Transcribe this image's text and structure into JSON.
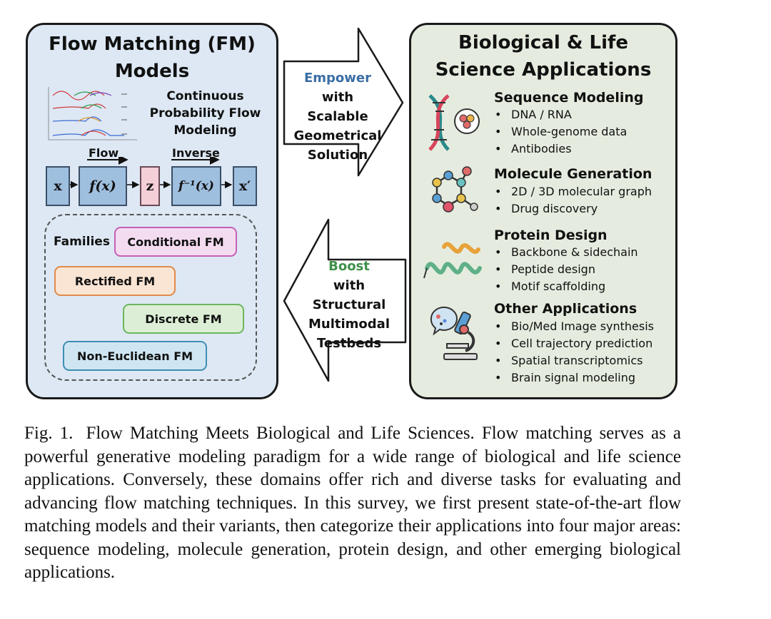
{
  "left_panel": {
    "title_line1": "Flow Matching (FM)",
    "title_line2": "Models",
    "subtitle_lines": [
      "Continuous",
      "Probability Flow",
      "Modeling"
    ],
    "flow_label": "Flow",
    "inverse_label": "Inverse",
    "boxes": {
      "x": "x",
      "f": "f(x)",
      "z": "z",
      "finv": "f⁻¹(x)",
      "xprime": "x′"
    },
    "families_label": "Families",
    "families": [
      {
        "name": "Conditional FM",
        "color": "#c65fb4",
        "bg": "#f4dcf0"
      },
      {
        "name": "Rectified FM",
        "color": "#e08a4a",
        "bg": "#fae4d3"
      },
      {
        "name": "Discrete FM",
        "color": "#6db55c",
        "bg": "#dcefd6"
      },
      {
        "name": "Non-Euclidean FM",
        "color": "#3f8db4",
        "bg": "#cfe6f2"
      }
    ]
  },
  "arrows": {
    "empower": {
      "highlight": "Empower",
      "lines": [
        "with",
        "Scalable",
        "Geometrical",
        "Solution"
      ],
      "highlight_color": "#3b6ea5"
    },
    "boost": {
      "highlight": "Boost",
      "lines": [
        "with",
        "Structural",
        "Multimodal",
        "Testbeds"
      ],
      "highlight_color": "#3f8f4a"
    }
  },
  "right_panel": {
    "title_line1": "Biological & Life",
    "title_line2": "Science Applications",
    "categories": [
      {
        "name": "Sequence Modeling",
        "icon": "dna-icon",
        "items": [
          "DNA / RNA",
          "Whole-genome data",
          "Antibodies"
        ]
      },
      {
        "name": "Molecule Generation",
        "icon": "molecule-icon",
        "items": [
          "2D / 3D molecular graph",
          "Drug discovery"
        ]
      },
      {
        "name": "Protein Design",
        "icon": "protein-helix-icon",
        "items": [
          "Backbone & sidechain",
          "Peptide design",
          "Motif scaffolding"
        ]
      },
      {
        "name": "Other Applications",
        "icon": "microscope-icon",
        "items": [
          "Bio/Med Image synthesis",
          "Cell trajectory prediction",
          "Spatial transcriptomics",
          "Brain signal modeling"
        ]
      }
    ]
  },
  "caption": {
    "fig_label": "Fig. 1.",
    "text": "Flow Matching Meets Biological and Life Sciences. Flow matching serves as a powerful generative modeling paradigm for a wide range of biological and life science applications. Conversely, these domains offer rich and diverse tasks for evaluating and advancing flow matching techniques. In this survey, we first present state-of-the-art flow matching models and their variants, then categorize their applications into four major areas: sequence modeling, molecule generation, protein design, and other emerging biological applications."
  }
}
